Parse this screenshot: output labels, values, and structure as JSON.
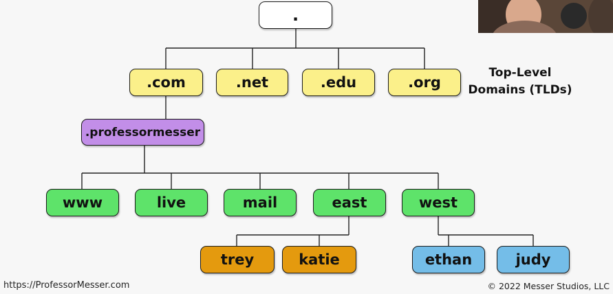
{
  "diagram": {
    "root": {
      "label": "."
    },
    "tlds": [
      {
        "label": ".com"
      },
      {
        "label": ".net"
      },
      {
        "label": ".edu"
      },
      {
        "label": ".org"
      }
    ],
    "tld_caption": [
      "Top-Level",
      "Domains (TLDs)"
    ],
    "second_level": {
      "label": ".professormesser"
    },
    "subdomains": [
      {
        "label": "www"
      },
      {
        "label": "live"
      },
      {
        "label": "mail"
      },
      {
        "label": "east"
      },
      {
        "label": "west"
      }
    ],
    "east_children": [
      {
        "label": "trey"
      },
      {
        "label": "katie"
      }
    ],
    "west_children": [
      {
        "label": "ethan"
      },
      {
        "label": "judy"
      }
    ]
  },
  "colors": {
    "background": "#f7f7f7",
    "root": "#ffffff",
    "tld": "#fbf08a",
    "second_level": "#c28ee8",
    "subdomain": "#5ee36a",
    "east_children": "#e49a0e",
    "west_children": "#74bde8"
  },
  "footer": {
    "url": "https://ProfessorMesser.com",
    "copyright": "© 2022 Messer Studios, LLC"
  }
}
